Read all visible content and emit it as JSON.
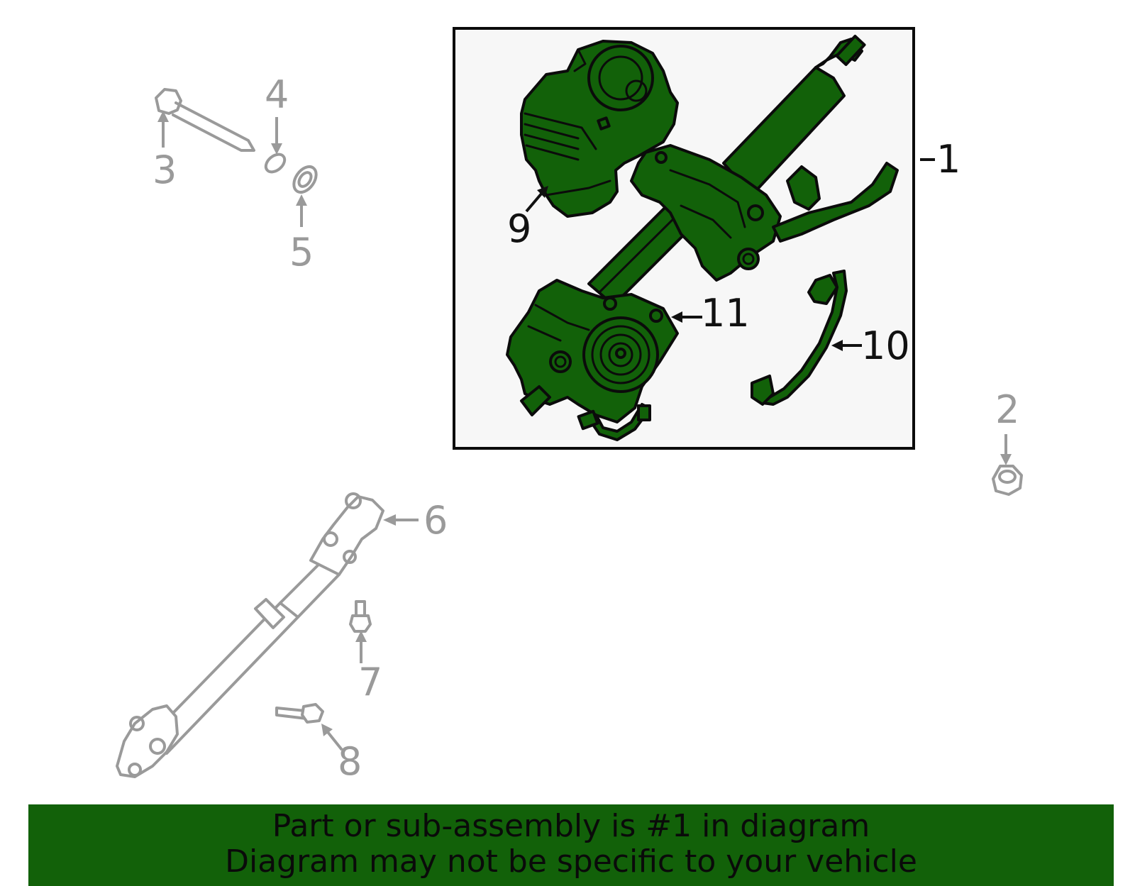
{
  "callouts": {
    "c1": "1",
    "c2": "2",
    "c3": "3",
    "c4": "4",
    "c5": "5",
    "c6": "6",
    "c7": "7",
    "c8": "8",
    "c9": "9",
    "c10": "10",
    "c11": "11"
  },
  "banner": {
    "line1": "Part or sub-assembly is #1 in diagram",
    "line2": "Diagram may not be specific to your vehicle"
  },
  "colors": {
    "highlight": "#126109",
    "ghost": "#9a9a9a",
    "box_background": "#f7f7f7"
  }
}
